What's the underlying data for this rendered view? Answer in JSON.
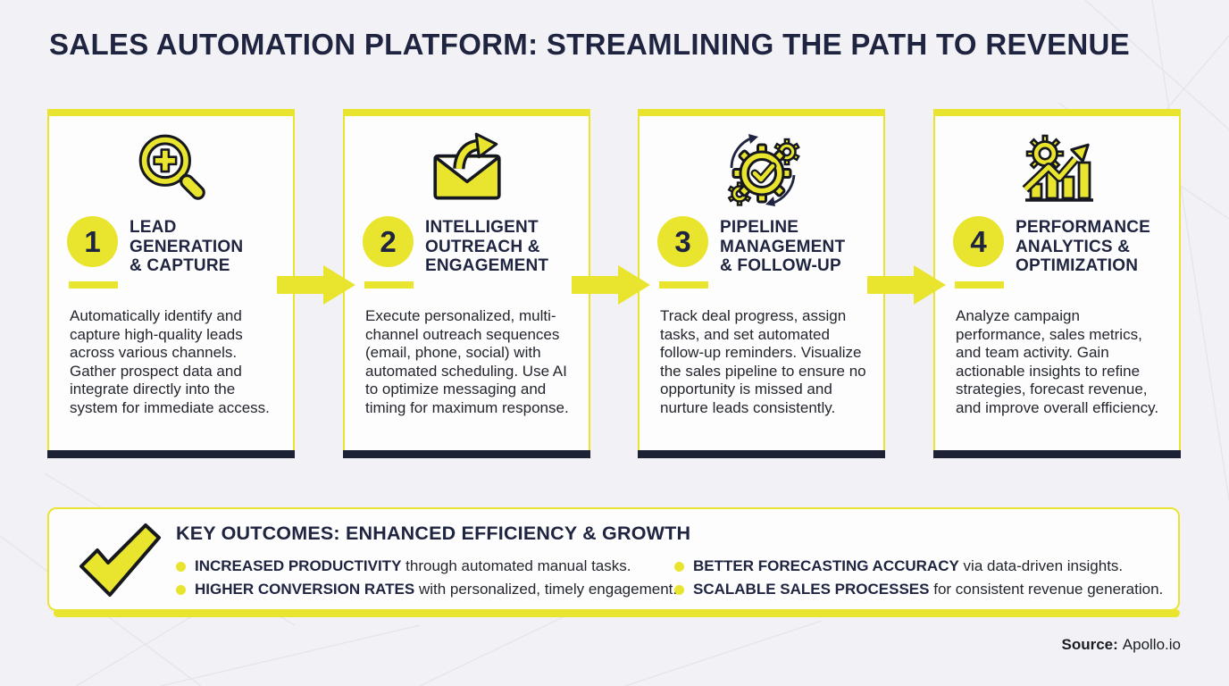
{
  "header": {
    "title": "SALES AUTOMATION PLATFORM: STREAMLINING THE PATH TO REVENUE"
  },
  "colors": {
    "accent_yellow": "#e9e42e",
    "navy": "#1f2440",
    "body_text": "#24262e",
    "background": "#f2f2f6",
    "card_bottom_bar": "#1d2136"
  },
  "steps": [
    {
      "number": "1",
      "icon": "search-plus-icon",
      "title": "LEAD GENERATION & CAPTURE",
      "description": "Automatically identify and capture high-quality leads across various channels. Gather prospect data and integrate directly into the system for immediate access."
    },
    {
      "number": "2",
      "icon": "email-send-icon",
      "title": "INTELLIGENT OUTREACH & ENGAGEMENT",
      "description": "Execute personalized, multi-channel outreach sequences (email, phone, social) with automated scheduling. Use AI to optimize messaging and timing for maximum response."
    },
    {
      "number": "3",
      "icon": "gears-check-icon",
      "title": "PIPELINE MANAGEMENT & FOLLOW-UP",
      "description": "Track deal progress, assign tasks, and set automated follow-up reminders. Visualize the sales pipeline to ensure no opportunity is missed and nurture leads consistently."
    },
    {
      "number": "4",
      "icon": "chart-growth-icon",
      "title": "PERFORMANCE ANALYTICS & OPTIMIZATION",
      "description": "Analyze campaign performance, sales metrics, and team activity. Gain actionable insights to refine strategies, forecast revenue, and improve overall efficiency."
    }
  ],
  "outcomes": {
    "icon": "check-icon",
    "title": "KEY OUTCOMES: ENHANCED EFFICIENCY & GROWTH",
    "items": [
      {
        "bold": "INCREASED PRODUCTIVITY",
        "rest": " through automated manual tasks."
      },
      {
        "bold": "HIGHER CONVERSION RATES",
        "rest": " with personalized, timely engagement."
      },
      {
        "bold": "BETTER FORECASTING ACCURACY",
        "rest": " via data-driven insights."
      },
      {
        "bold": "SCALABLE SALES PROCESSES",
        "rest": " for consistent revenue generation."
      }
    ]
  },
  "footer": {
    "source_label": "Source:",
    "source_value": "Apollo.io"
  }
}
